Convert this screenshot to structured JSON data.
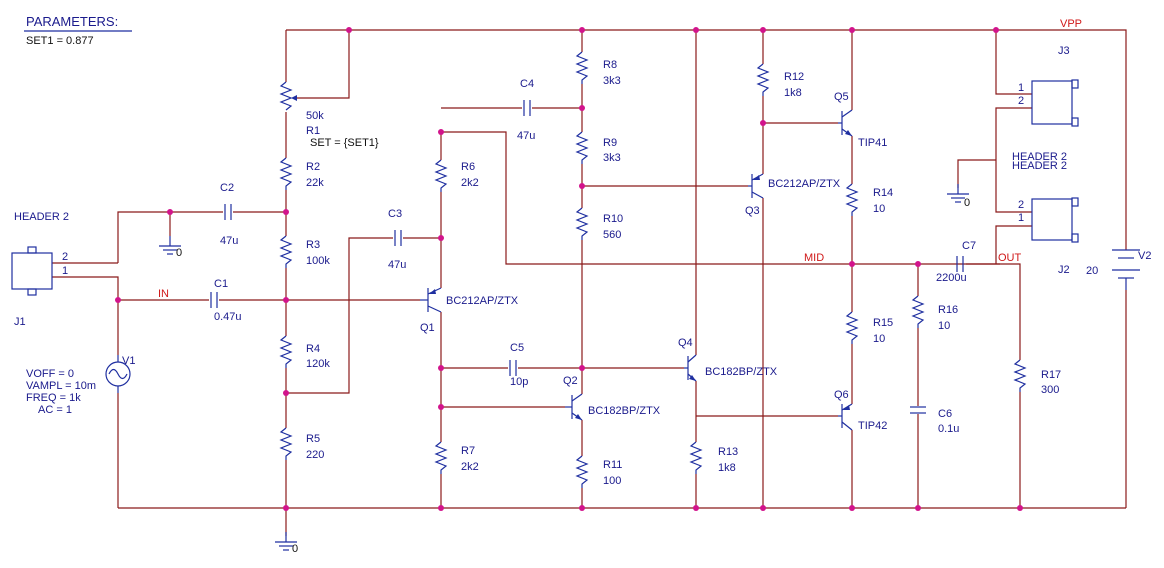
{
  "parameters": {
    "title": "PARAMETERS:",
    "set1": "SET1 = 0.877"
  },
  "nets": {
    "vpp": "VPP",
    "in": "IN",
    "mid": "MID",
    "out": "OUT"
  },
  "grounds": {
    "g1": "0",
    "g2": "0",
    "g3": "0"
  },
  "parts": {
    "r1": {
      "value": "50k",
      "ref": "R1",
      "param": "SET = {SET1}"
    },
    "r2": {
      "ref": "R2",
      "value": "22k"
    },
    "r3": {
      "ref": "R3",
      "value": "100k"
    },
    "r4": {
      "ref": "R4",
      "value": "120k"
    },
    "r5": {
      "ref": "R5",
      "value": "220"
    },
    "r6": {
      "ref": "R6",
      "value": "2k2"
    },
    "r7": {
      "ref": "R7",
      "value": "2k2"
    },
    "r8": {
      "ref": "R8",
      "value": "3k3"
    },
    "r9": {
      "ref": "R9",
      "value": "3k3"
    },
    "r10": {
      "ref": "R10",
      "value": "560"
    },
    "r11": {
      "ref": "R11",
      "value": "100"
    },
    "r12": {
      "ref": "R12",
      "value": "1k8"
    },
    "r13": {
      "ref": "R13",
      "value": "1k8"
    },
    "r14": {
      "ref": "R14",
      "value": "10"
    },
    "r15": {
      "ref": "R15",
      "value": "10"
    },
    "r16": {
      "ref": "R16",
      "value": "10"
    },
    "r17": {
      "ref": "R17",
      "value": "300"
    },
    "c1": {
      "ref": "C1",
      "value": "0.47u"
    },
    "c2": {
      "ref": "C2",
      "value": "47u"
    },
    "c3": {
      "ref": "C3",
      "value": "47u"
    },
    "c4": {
      "ref": "C4",
      "value": "47u"
    },
    "c5": {
      "ref": "C5",
      "value": "10p"
    },
    "c6": {
      "ref": "C6",
      "value": "0.1u"
    },
    "c7": {
      "ref": "C7",
      "value": "2200u"
    },
    "q1": {
      "ref": "Q1",
      "model": "BC212AP/ZTX"
    },
    "q2": {
      "ref": "Q2",
      "model": "BC182BP/ZTX"
    },
    "q3": {
      "ref": "Q3",
      "model": "BC212AP/ZTX"
    },
    "q4": {
      "ref": "Q4",
      "model": "BC182BP/ZTX"
    },
    "q5": {
      "ref": "Q5",
      "model": "TIP41"
    },
    "q6": {
      "ref": "Q6",
      "model": "TIP42"
    },
    "v1": {
      "ref": "V1",
      "voff": "VOFF = 0",
      "vampl": "VAMPL = 10m",
      "freq": "FREQ = 1k",
      "ac": "AC = 1"
    },
    "v2": {
      "ref": "V2",
      "value": "20"
    },
    "j1": {
      "ref": "J1",
      "type": "HEADER 2",
      "pin1": "1",
      "pin2": "2"
    },
    "j2": {
      "ref": "J2",
      "type": "HEADER 2",
      "pin1": "1",
      "pin2": "2"
    },
    "j3": {
      "ref": "J3",
      "type": "HEADER 2",
      "pin1": "1",
      "pin2": "2"
    }
  }
}
